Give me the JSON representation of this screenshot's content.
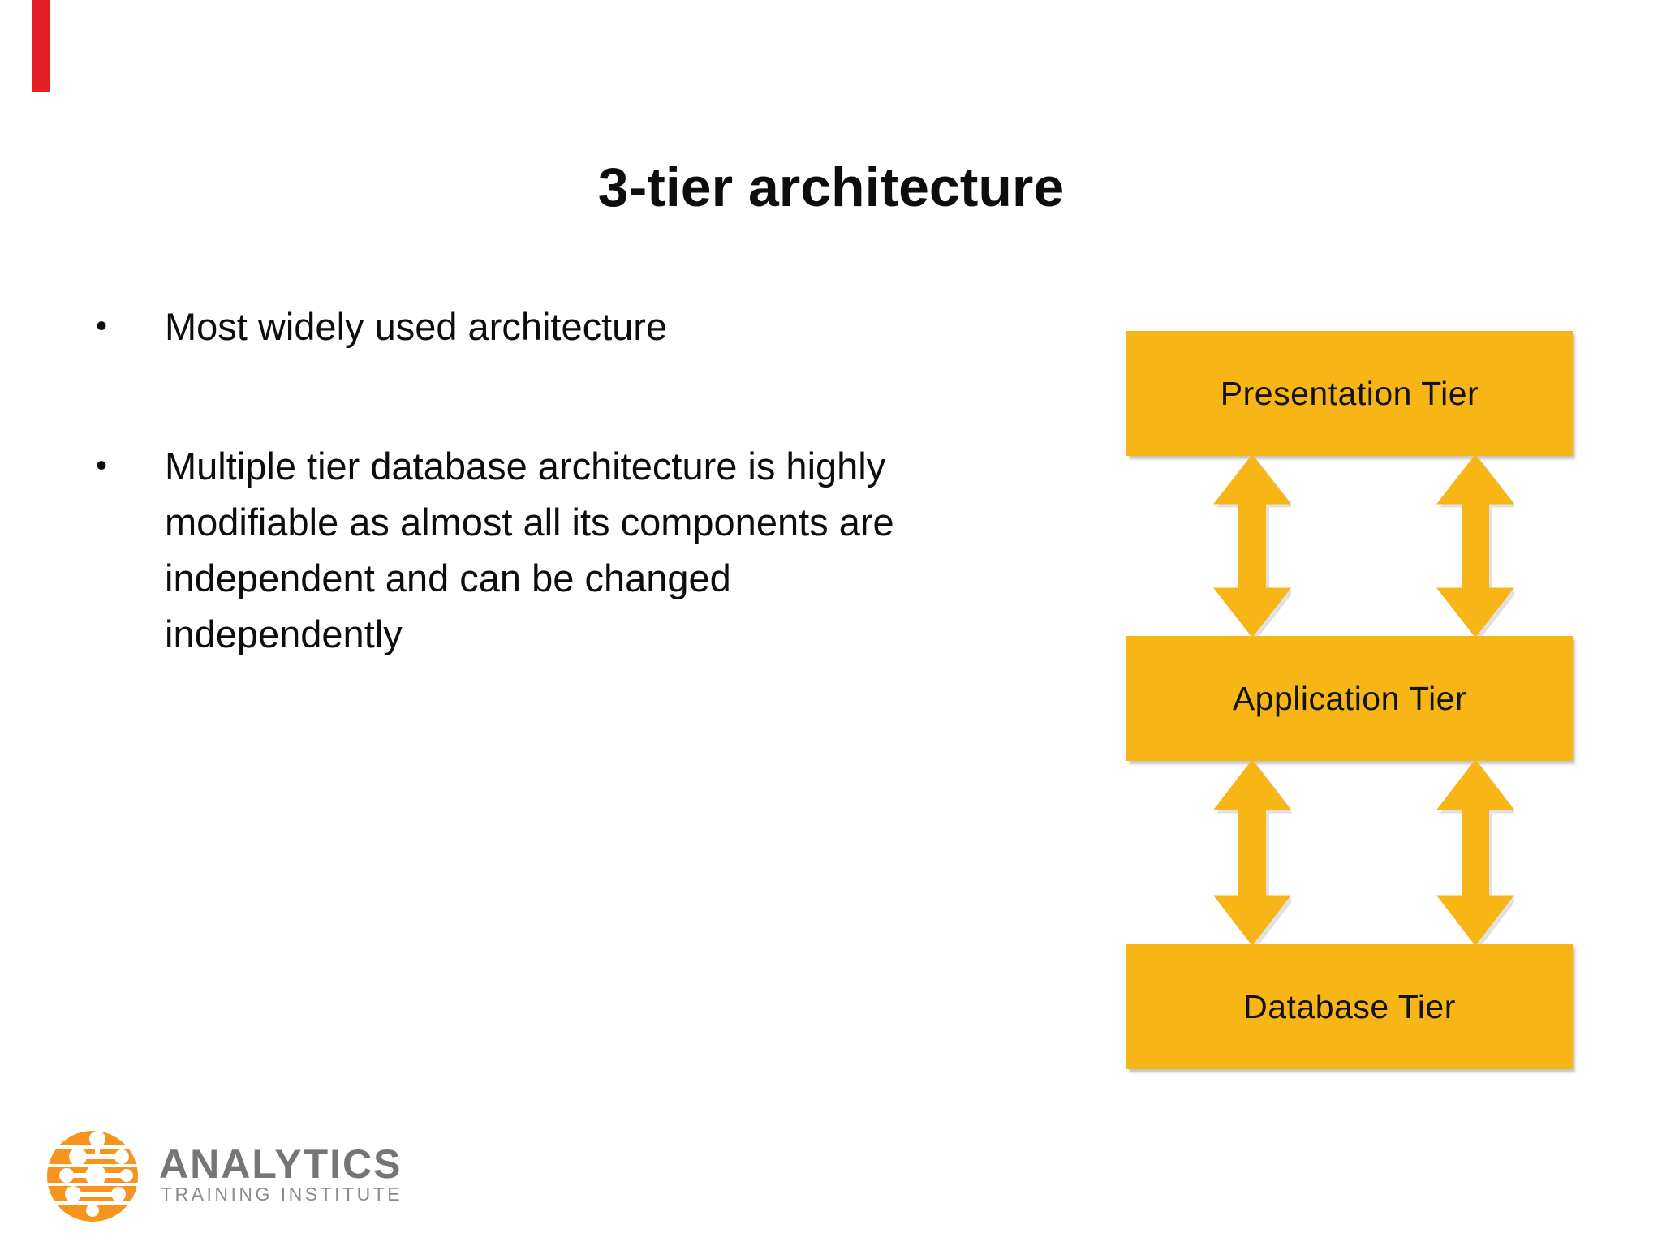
{
  "slide": {
    "accent_bar_color": "#E32028",
    "title": "3-tier architecture",
    "bullets": [
      {
        "marker": "•",
        "text": "Most widely used architecture"
      },
      {
        "marker": "•",
        "lines": [
          "Multiple tier database architecture is highly",
          "modifiable as almost all its components are",
          "independent and can be changed",
          "independently"
        ]
      }
    ],
    "diagram": {
      "box_color": "#F8B616",
      "arrow_color": "#F8B616",
      "arrow_shadow_color": "#BDBDBD",
      "label_color": "#141414",
      "tiers": [
        {
          "label": "Presentation Tier"
        },
        {
          "label": "Application Tier"
        },
        {
          "label": "Database Tier"
        }
      ]
    },
    "logo": {
      "icon": "network-globe-icon",
      "icon_color": "#F7941E",
      "brand": "ANALYTICS",
      "brand_color": "#757575",
      "subtitle": "TRAINING INSTITUTE",
      "subtitle_color": "#8A8A8A"
    }
  }
}
